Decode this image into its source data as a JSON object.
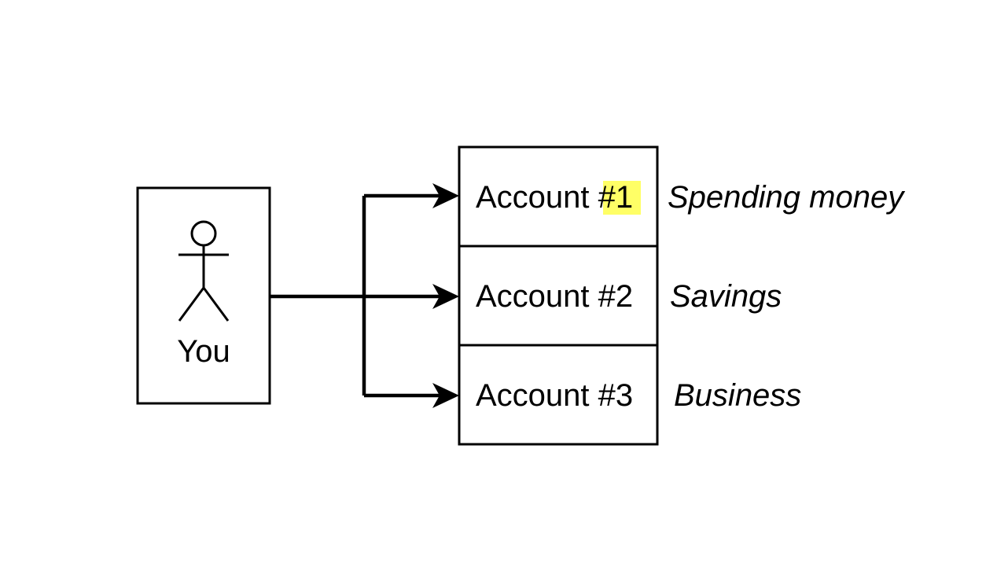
{
  "actor": {
    "label": "You"
  },
  "accounts": [
    {
      "prefix": "Account ",
      "number": "#1",
      "note": "Spending money",
      "highlighted": true
    },
    {
      "prefix": "Account ",
      "number": "#2",
      "note": "Savings",
      "highlighted": false
    },
    {
      "prefix": "Account ",
      "number": "#3",
      "note": "Business",
      "highlighted": false
    }
  ],
  "colors": {
    "stroke": "#000000",
    "highlight": "#ffff66",
    "background": "#ffffff"
  },
  "icons": {
    "actor": "stick-figure-icon",
    "connector": "arrowhead-icon"
  }
}
